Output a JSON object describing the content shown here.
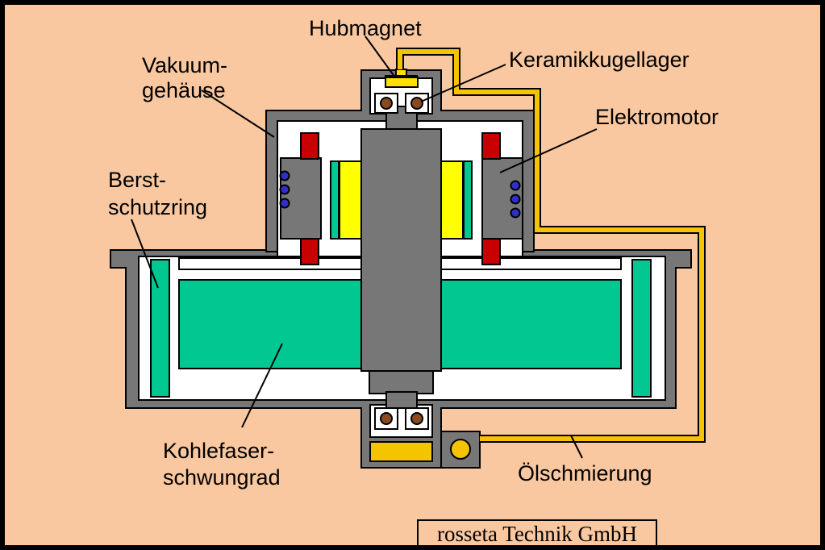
{
  "labels": {
    "hubmagnet": "Hubmagnet",
    "keramikkugellager": "Keramikkugellager",
    "vakuum_line1": "Vakuum-",
    "vakuum_line2": "gehäuse",
    "elektromotor": "Elektromotor",
    "berst_line1": "Berst-",
    "berst_line2": "schutzring",
    "kohle_line1": "Kohlefaser-",
    "kohle_line2": "schwungrad",
    "oelschmierung": "Ölschmierung"
  },
  "credit": "rosseta Technik GmbH",
  "colors": {
    "background": "#fac8a0",
    "housing": "#777777",
    "flywheel": "#00c890",
    "oil": "#f5c400",
    "magnet": "#ffe000",
    "motor_yellow": "#ffff00",
    "motor_red": "#c80000",
    "coil_blue": "#3030c8",
    "bearing_ball": "#8a4a20"
  }
}
